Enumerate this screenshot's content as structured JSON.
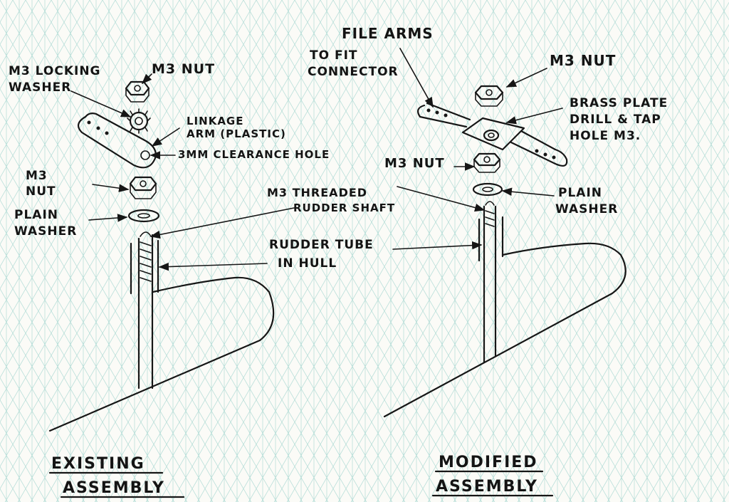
{
  "colors": {
    "paper": "#fbfbf7",
    "grid": "#a9d8d2",
    "ink": "#161616"
  },
  "left_assembly": {
    "title_line1": "EXISTING",
    "title_line2": "ASSEMBLY",
    "labels": {
      "m3_nut_top": "M3 NUT",
      "locking_washer_1": "M3 LOCKING",
      "locking_washer_2": "WASHER",
      "linkage_arm_1": "LINKAGE",
      "linkage_arm_2": "ARM (PLASTIC)",
      "clearance_hole": "3MM CLEARANCE HOLE",
      "m3_nut_lower_1": "M3",
      "m3_nut_lower_2": "NUT",
      "plain_washer_1": "PLAIN",
      "plain_washer_2": "WASHER"
    }
  },
  "shared_labels": {
    "threaded_shaft_1": "M3 THREADED",
    "threaded_shaft_2": "RUDDER SHAFT",
    "rudder_tube_1": "RUDDER TUBE",
    "rudder_tube_2": "IN HULL"
  },
  "right_assembly": {
    "title_line1": "MODIFIED",
    "title_line2": "ASSEMBLY",
    "labels": {
      "file_arms_1": "FILE ARMS",
      "file_arms_2": "TO FIT",
      "file_arms_3": "CONNECTOR",
      "m3_nut_top": "M3 NUT",
      "brass_plate_1": "BRASS PLATE",
      "brass_plate_2": "DRILL & TAP",
      "brass_plate_3": "HOLE M3.",
      "m3_nut_lower": "M3 NUT",
      "plain_washer_1": "PLAIN",
      "plain_washer_2": "WASHER"
    }
  }
}
